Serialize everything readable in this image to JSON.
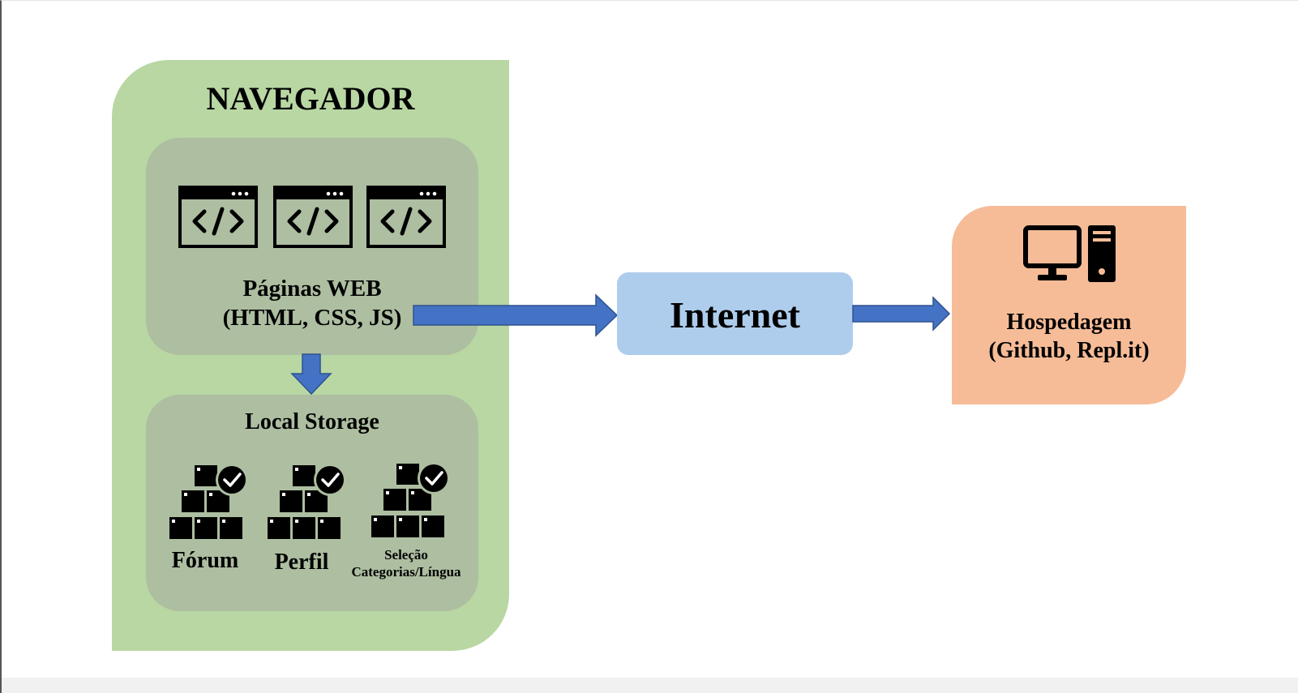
{
  "diagram": {
    "navegador": {
      "title": "NAVEGADOR",
      "paginas": {
        "line1": "Páginas WEB",
        "line2": "(HTML, CSS, JS)",
        "icons": [
          "code-window-icon",
          "code-window-icon",
          "code-window-icon"
        ]
      },
      "local_storage": {
        "title": "Local Storage",
        "items": [
          {
            "label": "Fórum",
            "icon": "boxes-check-icon"
          },
          {
            "label": "Perfil",
            "icon": "boxes-check-icon"
          },
          {
            "label_line1": "Seleção",
            "label_line2": "Categorias/Língua",
            "icon": "boxes-check-icon"
          }
        ]
      }
    },
    "internet": {
      "label": "Internet"
    },
    "hospedagem": {
      "line1": "Hospedagem",
      "line2": "(Github, Repl.it)",
      "icon": "desktop-computer-icon"
    }
  },
  "colors": {
    "navegador_bg": "#b8d7a3",
    "inner_bg": "#adbea1",
    "internet_bg": "#aecdec",
    "hospedagem_bg": "#f6bc97",
    "arrow": "#4472c4"
  }
}
